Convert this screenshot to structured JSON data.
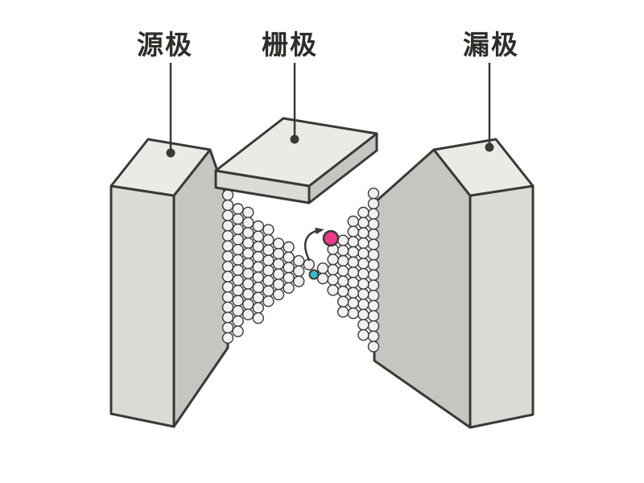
{
  "diagram": {
    "labels": {
      "source": "源极",
      "gate": "栅极",
      "drain": "漏极"
    },
    "colors": {
      "outline": "#3a3935",
      "face_light": "#ebeae7",
      "face_mid": "#dbdad6",
      "face_dark": "#c6c5c1",
      "particle_fill": "#f2f1ef",
      "electron_pink": "#ec3a8c",
      "electron_cyan": "#35bccb",
      "label_color": "#2e2d29",
      "background": "#ffffff"
    }
  }
}
